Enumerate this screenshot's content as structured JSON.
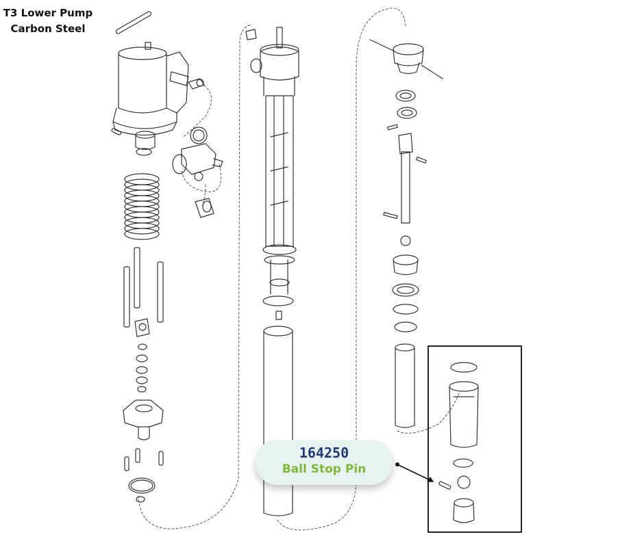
{
  "title": {
    "line1": "T3 Lower Pump",
    "line2": "Carbon Steel"
  },
  "callout": {
    "part_number": "164250",
    "part_name": "Ball Stop Pin"
  },
  "colors": {
    "callout_bg": "#e6f3f0",
    "part_number_color": "#1f3a72",
    "part_name_color": "#7fb83a",
    "line_color": "#333333"
  }
}
